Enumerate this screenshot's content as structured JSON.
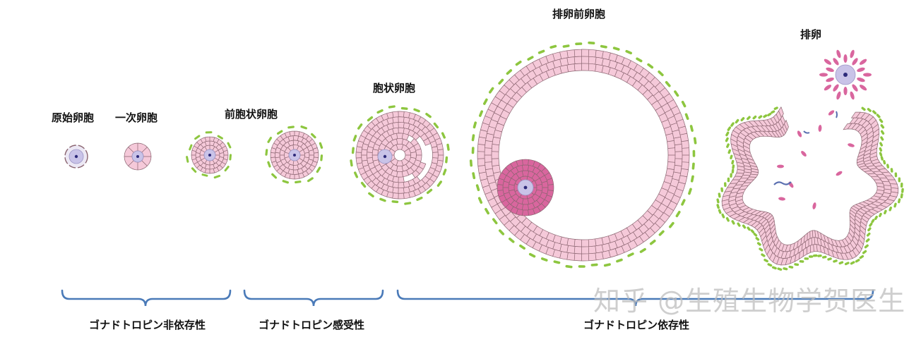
{
  "labels": {
    "primordial": "原始卵胞",
    "primary": "一次卵胞",
    "preantral": "前胞状卵胞",
    "antral": "胞状卵胞",
    "preovulatory": "排卵前卵胞",
    "ovulation": "排卵"
  },
  "phases": {
    "independent": "ゴナドトロピン非依存性",
    "responsive": "ゴナドトロピン感受性",
    "dependent": "ゴナドトロピン依存性"
  },
  "watermark": "知乎 @生殖生物学贺医生",
  "colors": {
    "granulosa": "#f5c9d9",
    "granulosa_stroke": "#8a6470",
    "theca": "#8dc63f",
    "oocyte": "#c9c3e8",
    "nucleus": "#2d2a7a",
    "cumulus": "#d9669e",
    "bracket": "#4a7ab8"
  }
}
